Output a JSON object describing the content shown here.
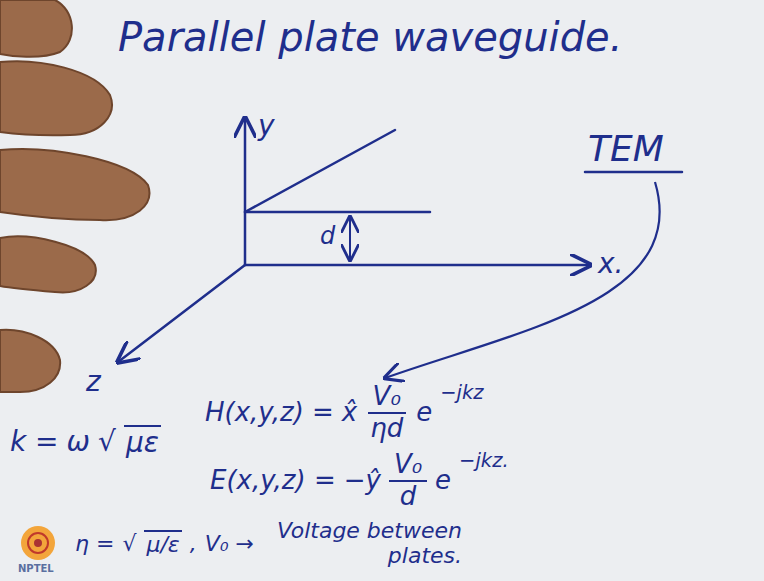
{
  "diagram": {
    "title": "Parallel plate waveguide.",
    "labels": [
      "y",
      "d",
      "x.",
      "z",
      "TEM",
      "k =",
      "ω",
      "√",
      "με",
      "H(x,y,z) =",
      "x̂",
      "V₀",
      "ηd",
      "e",
      "−jkz",
      "E(x,y,z) =",
      "−ŷ",
      "V₀",
      "d",
      "e",
      "−jkz.",
      "η =",
      "√",
      "μ/ε",
      ",",
      "V₀ →",
      "Voltage between plates.",
      "NPTEL"
    ]
  }
}
